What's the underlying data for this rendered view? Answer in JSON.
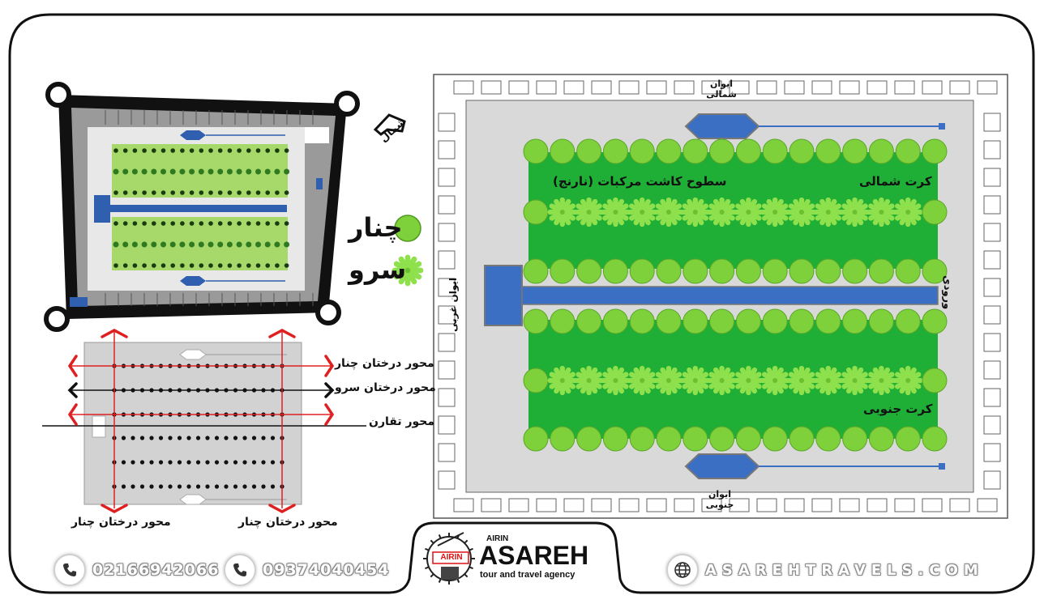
{
  "legend": {
    "plane_label": "چنار",
    "cypress_label": "سرو",
    "plane_color": "#7fd13b",
    "cypress_color": "#8ee04c"
  },
  "left_plan": {
    "north_label": "شمال"
  },
  "axis_diagram": {
    "plane_axis_label": "محور درختان چنار",
    "cypress_axis_label": "محور درختان سرو",
    "symmetry_axis_label": "محور تقارن",
    "bottom_left_label": "محور درختان چنار",
    "bottom_right_label": "محور درختان چنار",
    "axis_color": "#e02020"
  },
  "main_plan": {
    "north_iwan": "ایوان شمالی",
    "south_iwan": "ایوان جنوبی",
    "west_iwan": "ایوان غربی",
    "entrance": "ورودی",
    "north_bed": "کرت شمالی",
    "south_bed": "کرت جنوبی",
    "orange_surfaces": "سطوح کاشت مرکبات (نارنج)",
    "lawn_color": "#1fae36",
    "water_color": "#3a6fc4"
  },
  "footer": {
    "phone1": "02166942066",
    "phone2": "09374040454",
    "website": "ASAREHTRAVELS.COM",
    "logo_airin_small": "AIRIN",
    "logo_name": "ASAREH",
    "logo_tagline": "tour and travel agency",
    "logo_badge": "AIRIN"
  }
}
